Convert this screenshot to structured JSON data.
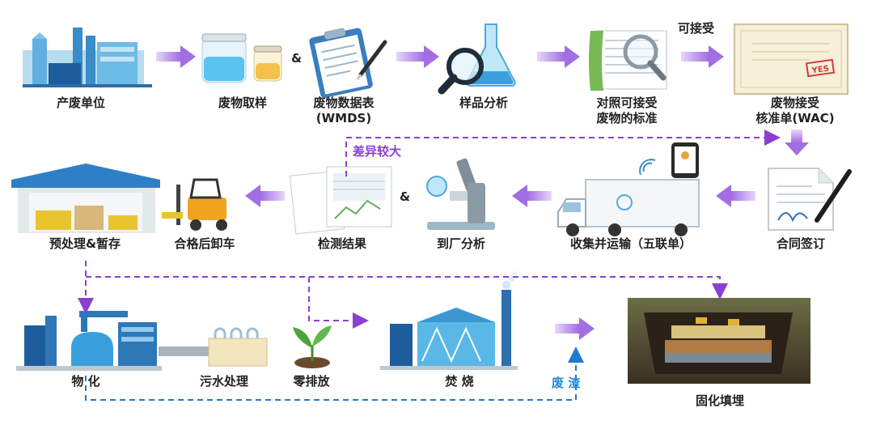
{
  "nodes": {
    "producer": "产废单位",
    "sampling": "废物取样",
    "wmds_line1": "废物数据表",
    "wmds_line2": "(WMDS)",
    "analysis": "样品分析",
    "standard_line1": "对照可接受",
    "standard_line2": "废物的标准",
    "wac_line1": "废物接受",
    "wac_line2": "核准单(WAC)",
    "contract": "合同签订",
    "transport": "收集并运输（五联单）",
    "plant_analysis": "到厂分析",
    "test_result": "检测结果",
    "unload": "合格后卸车",
    "storage": "预处理&暂存",
    "physchem": "物 化",
    "wastewater": "污水处理",
    "zero_discharge": "零排放",
    "incineration": "焚 烧",
    "landfill": "固化填埋"
  },
  "annotations": {
    "ampersand_top": "&",
    "ampersand_mid": "&",
    "acceptable": "可接受",
    "large_difference": "差异较大",
    "residue": "废 渣",
    "cert_stamp": "YES"
  },
  "colors": {
    "arrow_purple": "#b07ee8",
    "dash_purple": "#8a3fd0",
    "dash_blue": "#1f7ad0",
    "text": "#222222"
  }
}
